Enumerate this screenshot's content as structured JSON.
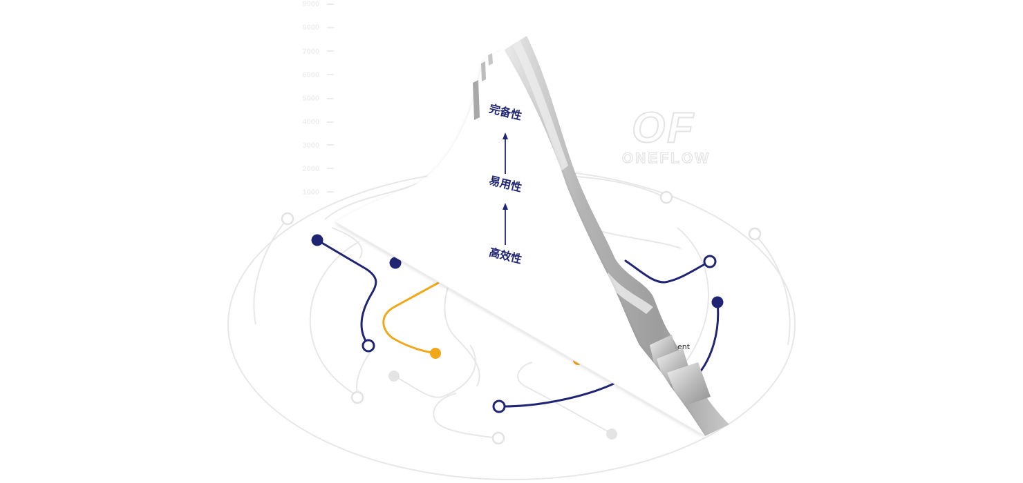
{
  "axis": {
    "ticks": [
      "9000",
      "8000",
      "7000",
      "6000",
      "5000",
      "4000",
      "3000",
      "2000",
      "1000"
    ]
  },
  "peak": {
    "levels": [
      {
        "label": "完备性"
      },
      {
        "label": "易用性"
      },
      {
        "label": "高效性"
      }
    ]
  },
  "side_text": "ent",
  "logo": {
    "mark": "OF",
    "name": "ONEFLOW"
  },
  "colors": {
    "navy": "#1f2572",
    "gold": "#f0a81a",
    "light_gray": "#dcdcdc",
    "circuit": "#e6e6e6",
    "ridge_dark": "#9a9a9a",
    "ridge_light": "#cfcfcf"
  }
}
